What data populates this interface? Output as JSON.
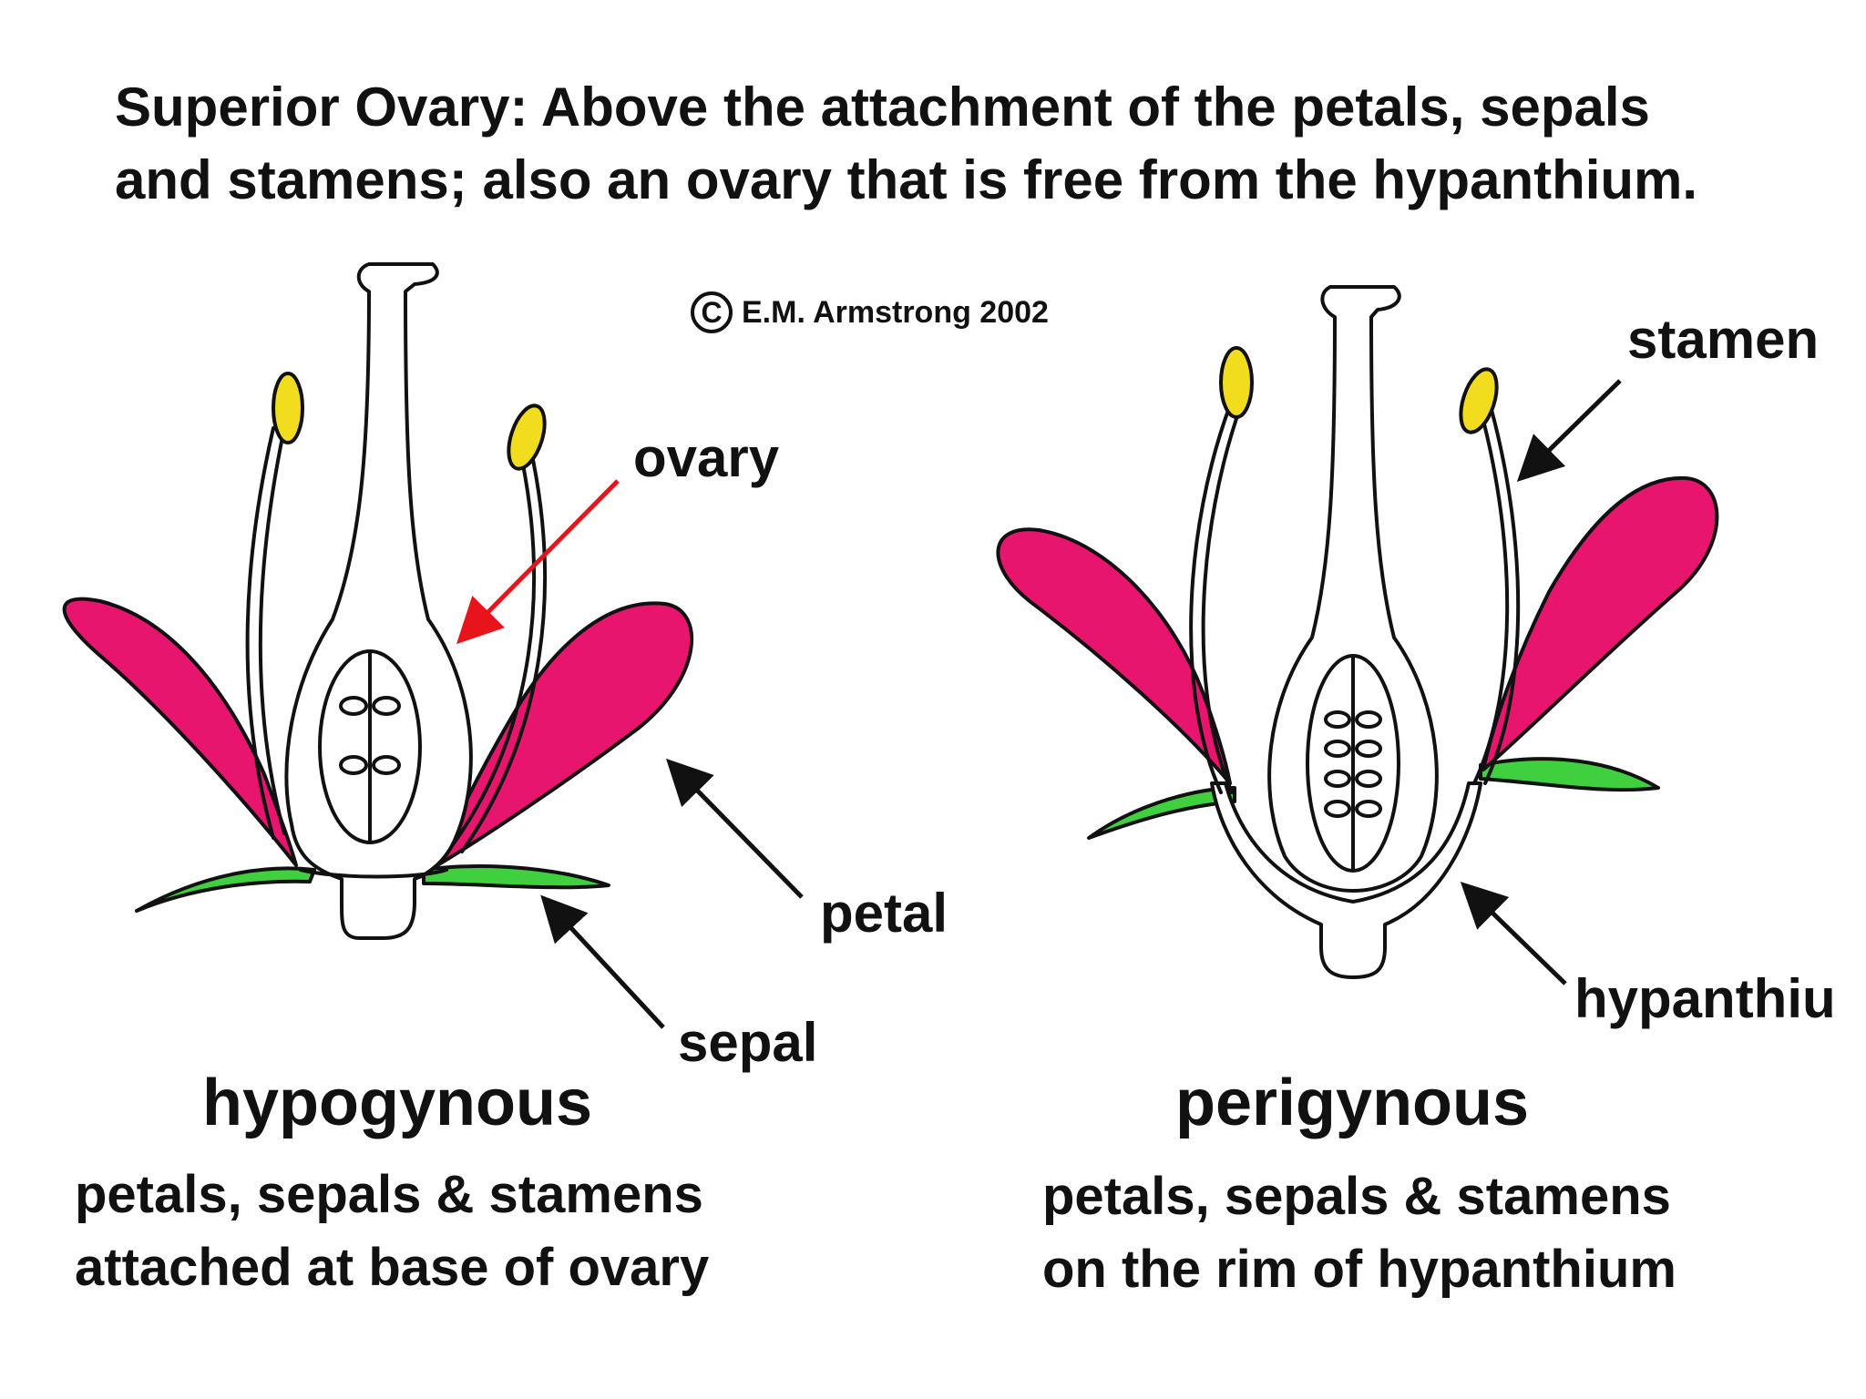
{
  "title": {
    "line1": "Superior Ovary:  Above the attachment of the petals, sepals",
    "line2": "and stamens; also an ovary that is free from the hypanthium."
  },
  "copyright": {
    "symbol": "C",
    "text": "E.M. Armstrong 2002"
  },
  "left_diagram": {
    "labels": {
      "ovary": "ovary",
      "petal": "petal",
      "sepal": "sepal"
    },
    "heading": "hypogynous",
    "caption_line1": "petals, sepals & stamens",
    "caption_line2": "attached at base of ovary"
  },
  "right_diagram": {
    "labels": {
      "stamen": "stamen",
      "hypanthium": "hypanthiu"
    },
    "heading": "perigynous",
    "caption_line1": "petals, sepals & stamens",
    "caption_line2": "on the rim of hypanthium"
  },
  "colors": {
    "petal": "#e8156e",
    "sepal": "#3fcf3f",
    "anther": "#f2dc1e",
    "ovary_arrow": "#e8141c",
    "outline": "#111111"
  }
}
